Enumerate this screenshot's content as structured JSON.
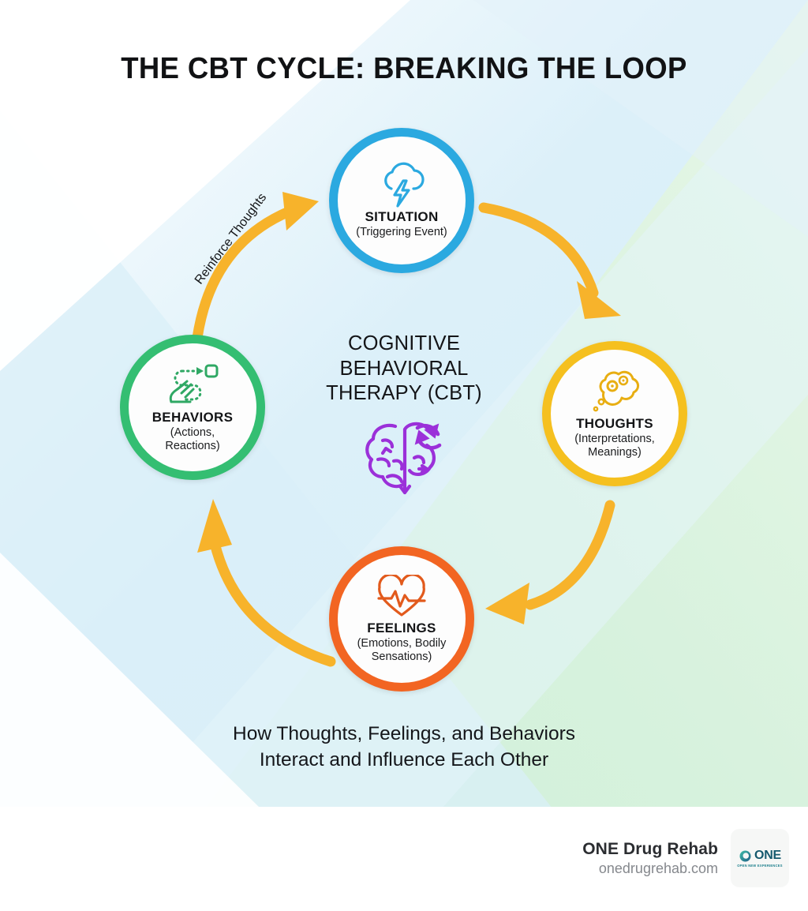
{
  "title": "THE CBT CYCLE: BREAKING THE LOOP",
  "center": {
    "line1": "COGNITIVE",
    "line2": "BEHAVIORAL",
    "line3": "THERAPY (CBT)",
    "icon": "brain-cycle-icon",
    "icon_color": "#9B30D9"
  },
  "nodes": [
    {
      "id": "situation",
      "label": "SITUATION",
      "sublabel": "(Triggering Event)",
      "icon": "cloud-lightning-icon",
      "color": "#2BA9E0"
    },
    {
      "id": "thoughts",
      "label": "THOUGHTS",
      "sublabel_line1": "(Interpretations,",
      "sublabel_line2": "Meanings)",
      "icon": "thought-bubble-gears-icon",
      "color": "#F5C01F"
    },
    {
      "id": "feelings",
      "label": "FEELINGS",
      "sublabel_line1": "(Emotions, Bodily",
      "sublabel_line2": "Sensations)",
      "icon": "heart-pulse-icon",
      "color": "#F26522"
    },
    {
      "id": "behaviors",
      "label": "BEHAVIORS",
      "sublabel_line1": "(Actions,",
      "sublabel_line2": "Reactions)",
      "icon": "hand-action-icon",
      "color": "#34BE72"
    }
  ],
  "arrows": {
    "color": "#F7B32B",
    "reinforce_label": "Reinforce Thoughts"
  },
  "caption": {
    "line1": "How Thoughts, Feelings, and Behaviors",
    "line2": "Interact and Influence Each Other"
  },
  "footer": {
    "brand_name": "ONE Drug Rehab",
    "brand_url": "onedrugrehab.com",
    "logo_word": "ONE",
    "logo_tagline": "OPEN NEW EXPERIENCES",
    "logo_icon": "one-ring-logo-icon"
  },
  "background": {
    "blue": "#DFF1F8",
    "mint": "#DCF3DF",
    "white": "#FFFFFF"
  }
}
